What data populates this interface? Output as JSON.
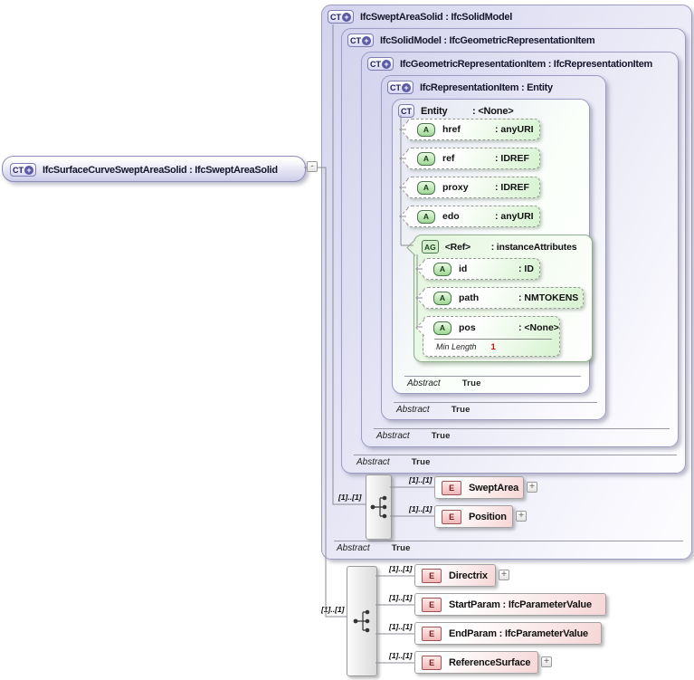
{
  "icons": {
    "expand_glyph": "+",
    "collapse_glyph": "-"
  },
  "badges": {
    "complex_type": "CT",
    "attribute_group": "AG",
    "attribute": "A",
    "element": "E"
  },
  "colors": {
    "type_fill": "#d3d3ee",
    "attribute_fill": "#d7f3d0",
    "element_fill": "#f6d6d6",
    "facet_value": "#cc1111"
  },
  "root_node": {
    "title": "IfcSurfaceCurveSweptAreaSolid : IfcSweptAreaSolid"
  },
  "type_boxes": [
    {
      "title": "IfcSweptAreaSolid : IfcSolidModel",
      "abstract_label": "Abstract",
      "abstract_value": "True"
    },
    {
      "title": "IfcSolidModel : IfcGeometricRepresentationItem",
      "abstract_label": "Abstract",
      "abstract_value": "True"
    },
    {
      "title": "IfcGeometricRepresentationItem : IfcRepresentationItem",
      "abstract_label": "Abstract",
      "abstract_value": "True"
    },
    {
      "title": "IfcRepresentationItem : Entity",
      "abstract_label": "Abstract",
      "abstract_value": "True"
    }
  ],
  "entity_box": {
    "name": "Entity",
    "type": ": <None>",
    "abstract_label": "Abstract",
    "abstract_value": "True",
    "attributes": [
      {
        "name": "href",
        "type": ": anyURI"
      },
      {
        "name": "ref",
        "type": ": IDREF"
      },
      {
        "name": "proxy",
        "type": ": IDREF"
      },
      {
        "name": "edo",
        "type": ": anyURI"
      }
    ],
    "ref_group": {
      "name": "<Ref>",
      "type": ": instanceAttributes",
      "attributes": [
        {
          "name": "id",
          "type": ": ID"
        },
        {
          "name": "path",
          "type": ": NMTOKENS"
        },
        {
          "name": "pos",
          "type": ": <None>",
          "facet_label": "Min Length",
          "facet_value": "1"
        }
      ]
    }
  },
  "swept_children": {
    "card": "[1]..[1]",
    "items": [
      {
        "card": "[1]..[1]",
        "label": "SweptArea"
      },
      {
        "card": "[1]..[1]",
        "label": "Position"
      }
    ]
  },
  "root_children": {
    "card": "[1]..[1]",
    "items": [
      {
        "card": "[1]..[1]",
        "label": "Directrix"
      },
      {
        "card": "[1]..[1]",
        "label": "StartParam : IfcParameterValue"
      },
      {
        "card": "[1]..[1]",
        "label": "EndParam : IfcParameterValue"
      },
      {
        "card": "[1]..[1]",
        "label": "ReferenceSurface"
      }
    ]
  }
}
